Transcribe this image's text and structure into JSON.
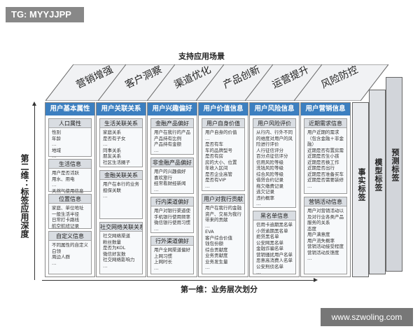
{
  "watermark_top": "TG: MYYJJPP",
  "watermark_bottom": "www.szwoling.com",
  "caption_top": "支持应用场景",
  "caption_bottom": "第一维：业务层次划分",
  "caption_left": "第二维：标签应用深度",
  "scenes": [
    "营销增强",
    "客户洞察",
    "渠道优化",
    "产品创新",
    "运营提升",
    "风险防控"
  ],
  "vertical_labels": [
    "事实标签",
    "模型标签",
    "预测标签"
  ],
  "columns": [
    {
      "header": "用户基本属性",
      "sections": [
        {
          "title": "人口属性",
          "items": [
            "性别",
            "年龄",
            "…",
            "地域",
            "…"
          ]
        },
        {
          "title": "生活信息",
          "items": [
            "用户是否活跃",
            "用水、用电",
            "…",
            "天然气使用信息"
          ]
        },
        {
          "title": "位置信息",
          "items": [
            "家庭、单位地址",
            "一般生活半径",
            "日常打卡路线",
            "航空航班记录"
          ]
        },
        {
          "title": "自定义信息",
          "items": [
            "不同属性的自定义标签",
            "白领",
            "周边人群",
            "…"
          ]
        }
      ]
    },
    {
      "header": "用户关联关系",
      "sections": [
        {
          "title": "生活关联关系",
          "items": [
            "家庭关系",
            "是否有子女",
            "…",
            "同事关系",
            "朋友关系",
            "社区生活圈子"
          ]
        },
        {
          "title": "金融关联关系",
          "items": [
            "用户在本行的业务关联",
            "担保关联",
            "…"
          ]
        },
        {
          "title": "社交网络关联关系",
          "items": [
            "社交网络渠道",
            "粉丝数量",
            "是否为KOL",
            "微信好友数",
            "社交网络影响力",
            "…"
          ]
        }
      ]
    },
    {
      "header": "用户兴趣偏好",
      "sections": [
        {
          "title": "金融产品偏好",
          "items": [
            "用户在我行的产品偏好",
            "产品持有比例",
            "产品持有金额",
            "…"
          ]
        },
        {
          "title": "非金融产品偏好",
          "items": [
            "用户的兴趣偏好",
            "喜欢旅行",
            "经常看财经新闻",
            "…"
          ]
        },
        {
          "title": "行内渠道偏好",
          "items": [
            "用户对银行渠道使用",
            "手机银行使用频率",
            "微信银行使用习惯",
            "…"
          ]
        },
        {
          "title": "行外渠道偏好",
          "items": [
            "用户全网渠道偏好",
            "上网习惯",
            "上网时长",
            "…"
          ]
        }
      ]
    },
    {
      "header": "用户价值信息",
      "sections": [
        {
          "title": "用户自身价值",
          "items": [
            "用户自身的价值",
            "…",
            "是否有车",
            "车的品牌型号",
            "是否有房",
            "房的大小、位置",
            "年收入区间",
            "是否企业高管",
            "是否有VIP",
            "…"
          ]
        },
        {
          "title": "用户对我行贡献",
          "items": [
            "用户在我行的金融资产、交易为我行带来的贡献",
            "…",
            "EVA",
            "客户综合价值",
            "钱包份额",
            "综合贡献度",
            "业务贡献度",
            "业务发生量",
            "…"
          ]
        }
      ]
    },
    {
      "header": "用户风险信息",
      "sections": [
        {
          "title": "用户风险评价",
          "items": [
            "从行内、行外不同的维度对用户的风险进行评价",
            "人行征信评分",
            "百分点征信评分",
            "信用风险等级",
            "洗钱风险等级",
            "综合风险等级",
            "借贷合约记录",
            "拖欠缴费记录",
            "逃欠记录",
            "违约概率",
            "…"
          ]
        },
        {
          "title": "黑名单信息",
          "items": [
            "信用卡逾期黑名单",
            "小贷逾期黑名单",
            "拒贷黑名单",
            "公安网黑名单",
            "金融诈骗名单",
            "营销骚扰用户名单",
            "恶意高消费人名单",
            "公安刑侦名单",
            "…"
          ]
        }
      ]
    },
    {
      "header": "用户营销信息",
      "sections": [
        {
          "title": "近期需求信息",
          "items": [
            "用户近期的需求（包含金融＋非金融）",
            "近期是否有置房需求",
            "近期是否生小孩",
            "近期是否换工作",
            "近期是否出行",
            "近期是否准备买车",
            "近期是否需要装修",
            "…"
          ]
        },
        {
          "title": "营销活动信息",
          "items": [
            "用户对营销活动以及对行业各类产品服务的关系",
            "态度",
            "用户满意度",
            "用户流失概率",
            "营销活动接受程度",
            "营销活动反馈度",
            "…"
          ]
        }
      ]
    }
  ]
}
